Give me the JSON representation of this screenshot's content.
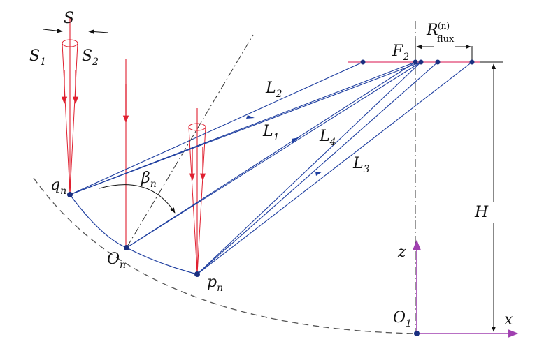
{
  "colors": {
    "red": "#e02030",
    "blue": "#1f3fa0",
    "magenta": "#a040b0",
    "black": "#111111",
    "dot": "#1a2f80"
  },
  "labels": {
    "S": "S",
    "S1_base": "S",
    "S1_sub": "1",
    "S2_base": "S",
    "S2_sub": "2",
    "F2_base": "F",
    "F2_sub": "2",
    "R_base": "R",
    "R_sub": "flux",
    "R_sup": "(n)",
    "L1_base": "L",
    "L1_sub": "1",
    "L2_base": "L",
    "L2_sub": "2",
    "L3_base": "L",
    "L3_sub": "3",
    "L4_base": "L",
    "L4_sub": "4",
    "qn_base": "q",
    "qn_sub": "n",
    "beta_base": "β",
    "beta_sub": "n",
    "On_base": "O",
    "On_sub": "n",
    "pn_base": "p",
    "pn_sub": "n",
    "z": "z",
    "x": "x",
    "H": "H",
    "O1_base": "O",
    "O1_sub": "1"
  }
}
